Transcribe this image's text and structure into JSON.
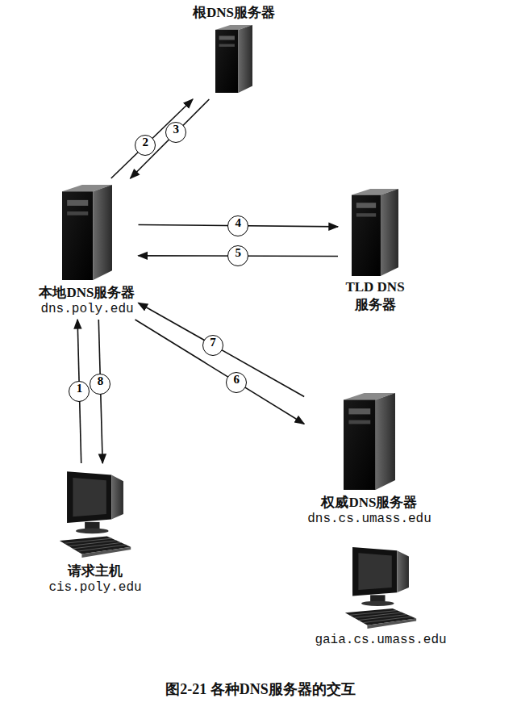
{
  "diagram": {
    "caption": "图2-21 各种DNS服务器的交互",
    "nodes": [
      {
        "text": [
          "根DNS服务器"
        ]
      },
      {
        "text": [
          "本地DNS服务器",
          "dns.poly.edu"
        ]
      },
      {
        "text": [
          "TLD DNS 服务器"
        ]
      },
      {
        "text": [
          "权威DNS服务器",
          "dns.cs.umass.edu"
        ]
      },
      {
        "text": [
          "请求主机",
          "cis.poly.edu"
        ]
      },
      {
        "text": [
          "gaia.cs.umass.edu"
        ]
      }
    ],
    "edges": [
      {
        "from": 4,
        "to": 1,
        "arrow": "to",
        "label": "1"
      },
      {
        "from": 1,
        "to": 0,
        "arrow": "to",
        "label": "2"
      },
      {
        "from": 0,
        "to": 1,
        "arrow": "to",
        "label": "3"
      },
      {
        "from": 1,
        "to": 2,
        "arrow": "to",
        "label": "4"
      },
      {
        "from": 2,
        "to": 1,
        "arrow": "to",
        "label": "5"
      },
      {
        "from": 1,
        "to": 3,
        "arrow": "to",
        "label": "6"
      },
      {
        "from": 3,
        "to": 1,
        "arrow": "to",
        "label": "7"
      },
      {
        "from": 1,
        "to": 4,
        "arrow": "to",
        "label": "8"
      }
    ]
  }
}
